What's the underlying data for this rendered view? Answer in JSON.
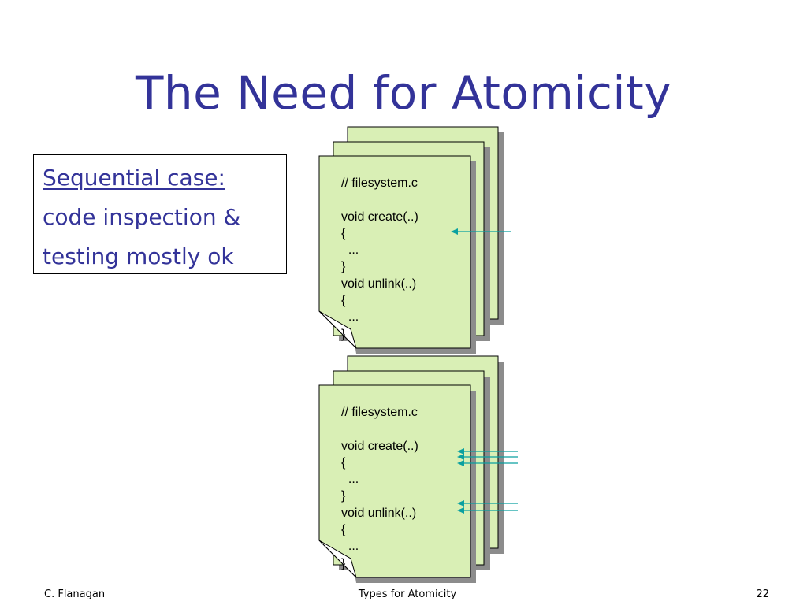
{
  "title": "The Need for Atomicity",
  "textbox": {
    "heading": "Sequential case:",
    "line1": "code inspection &",
    "line2": "testing mostly ok"
  },
  "code_pages": [
    {
      "lines": [
        "// filesystem.c",
        "",
        "void create(..)",
        "{",
        "  ...",
        "}",
        "void unlink(..)",
        "{",
        "  ...",
        "}"
      ]
    },
    {
      "lines": [
        "// filesystem.c",
        "",
        "void create(..)",
        "{",
        "  ...",
        "}",
        "void unlink(..)",
        "{",
        "  ...",
        "}"
      ]
    }
  ],
  "footer": {
    "left": "C. Flanagan",
    "center": "Types for Atomicity",
    "right": "22"
  },
  "colors": {
    "title": "#333399",
    "page_fill": "#d9efb5",
    "shadow": "#8c8c8c",
    "arrow": "#0aa0a0"
  }
}
